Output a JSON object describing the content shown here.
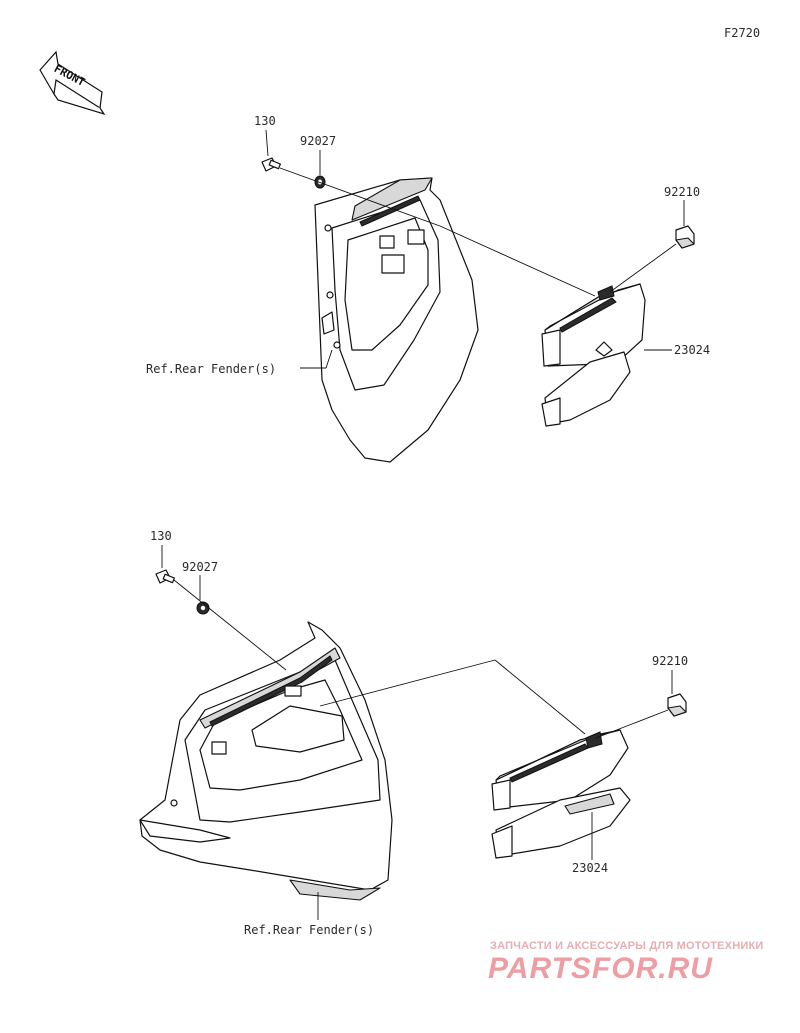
{
  "figure_code": "F2720",
  "front_label": "FRONT",
  "upper": {
    "bolt": "130",
    "washer": "92027",
    "nut": "92210",
    "reflector": "23024",
    "fender_ref": "Ref.Rear Fender(s)"
  },
  "lower": {
    "bolt": "130",
    "washer": "92027",
    "nut": "92210",
    "reflector": "23024",
    "fender_ref": "Ref.Rear Fender(s)"
  },
  "watermark": {
    "tagline": "ЗАПЧАСТИ И АКСЕССУАРЫ ДЛЯ МОТОТЕХНИКИ",
    "brand": "PARTSFOR.RU"
  }
}
